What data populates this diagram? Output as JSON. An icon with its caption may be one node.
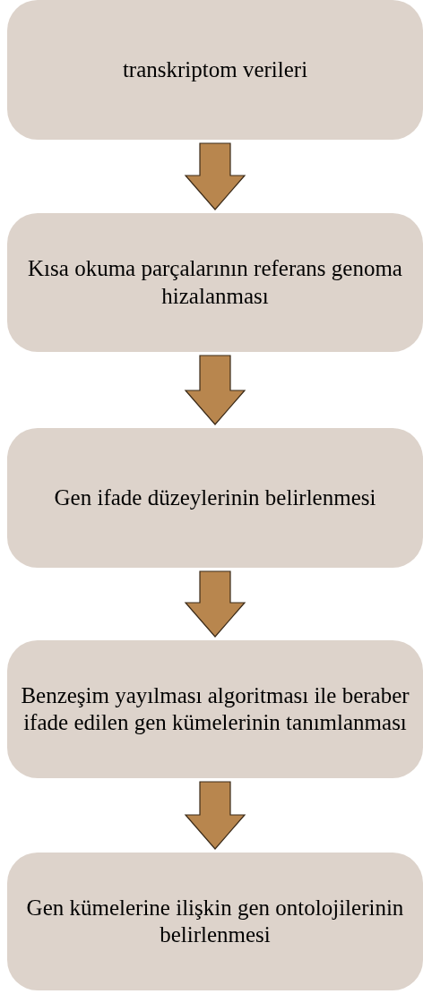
{
  "diagram": {
    "nodes": [
      {
        "text": [
          "transkriptom verileri"
        ]
      },
      {
        "text": [
          "Kısa okuma parçalarının referans genoma hizalanması"
        ]
      },
      {
        "text": [
          "Gen ifade düzeylerinin belirlenmesi"
        ]
      },
      {
        "text": [
          "Benzeşim yayılması algoritması ile beraber ifade edilen gen kümelerinin tanımlanması"
        ]
      },
      {
        "text": [
          "Gen kümelerine ilişkin gen ontolojilerinin belirlenmesi"
        ]
      }
    ],
    "edges": [
      {
        "from": 0,
        "to": 1,
        "arrow": "to"
      },
      {
        "from": 1,
        "to": 2,
        "arrow": "to"
      },
      {
        "from": 2,
        "to": 3,
        "arrow": "to"
      },
      {
        "from": 3,
        "to": 4,
        "arrow": "to"
      }
    ]
  }
}
